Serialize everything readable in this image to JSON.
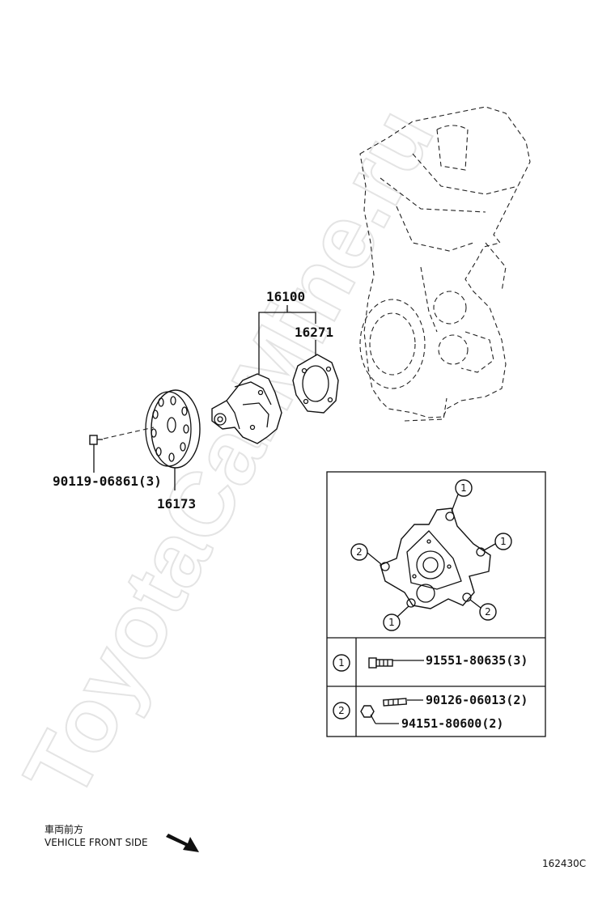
{
  "watermark": "ToyotaCarMine.ru",
  "parts": {
    "assembly": "16100",
    "gasket": "16271",
    "pulley": "16173",
    "pulley_bolt": "90119-06861(3)"
  },
  "detail_markers": {
    "one": "1",
    "two": "2"
  },
  "legend": {
    "row1_marker": "1",
    "row1_part": "91551-80635(3)",
    "row2_marker": "2",
    "row2_part_a": "90126-06013(2)",
    "row2_part_b": "94151-80600(2)"
  },
  "direction": {
    "japanese": "車両前方",
    "english": "VEHICLE FRONT SIDE"
  },
  "figure_code": "162430C"
}
